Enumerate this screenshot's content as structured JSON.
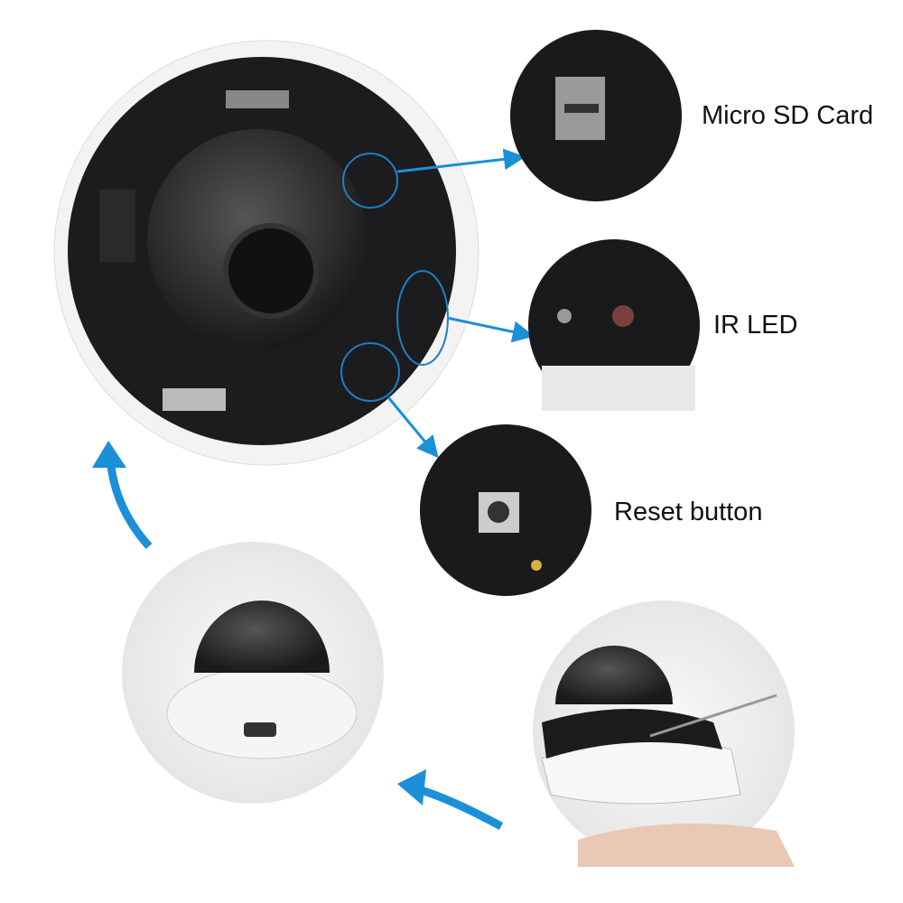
{
  "callouts": {
    "micro_sd": "Micro SD Card",
    "ir_led": "IR LED",
    "reset": "Reset button"
  },
  "colors": {
    "arrow": "#1b8fd8",
    "highlight": "#1b7fc4",
    "housing": "#f2f2f2",
    "interior": "#1c1c1e"
  }
}
